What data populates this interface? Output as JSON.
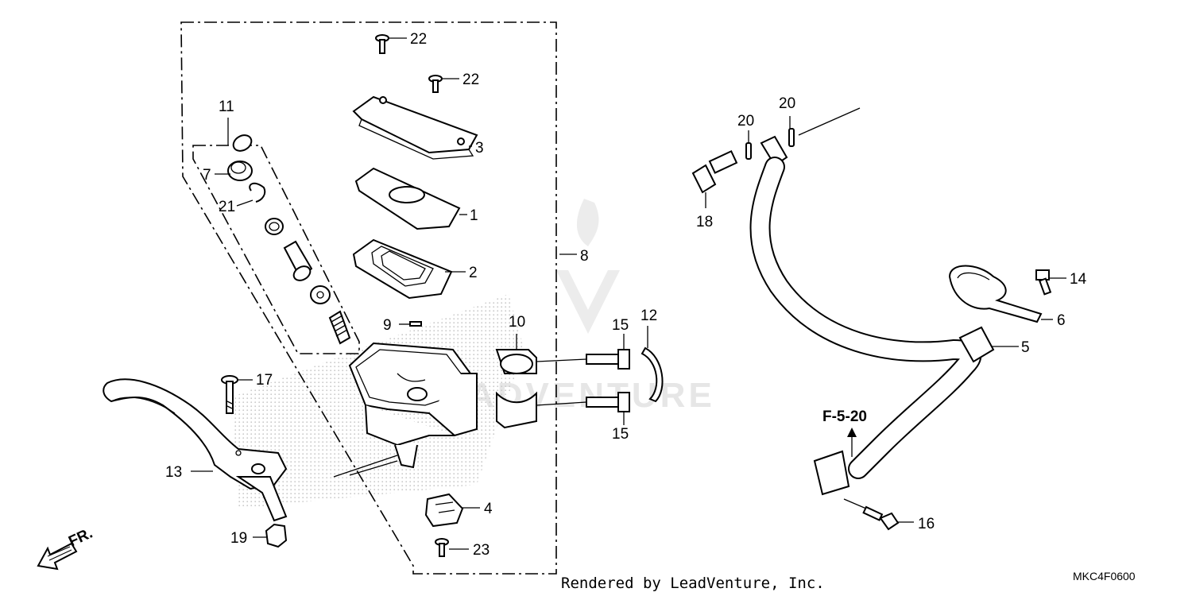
{
  "callouts": {
    "c22a": "22",
    "c22b": "22",
    "c3": "3",
    "c11": "11",
    "c7": "7",
    "c21": "21",
    "c1": "1",
    "c2": "2",
    "c8": "8",
    "c9": "9",
    "c10": "10",
    "c15a": "15",
    "c15b": "15",
    "c12": "12",
    "c17": "17",
    "c13": "13",
    "c19": "19",
    "c4": "4",
    "c23": "23",
    "c20a": "20",
    "c20b": "20",
    "c18": "18",
    "c14": "14",
    "c6": "6",
    "c5": "5",
    "c16": "16"
  },
  "reference_label": "F-5-20",
  "front_label": "FR.",
  "footer_text": "Rendered by LeadVenture, Inc.",
  "diagram_code": "MKC4F0600",
  "watermark_text": "ADVENTURE",
  "colors": {
    "line": "#000000",
    "watermark": "#e6e6e6",
    "background": "#ffffff"
  }
}
